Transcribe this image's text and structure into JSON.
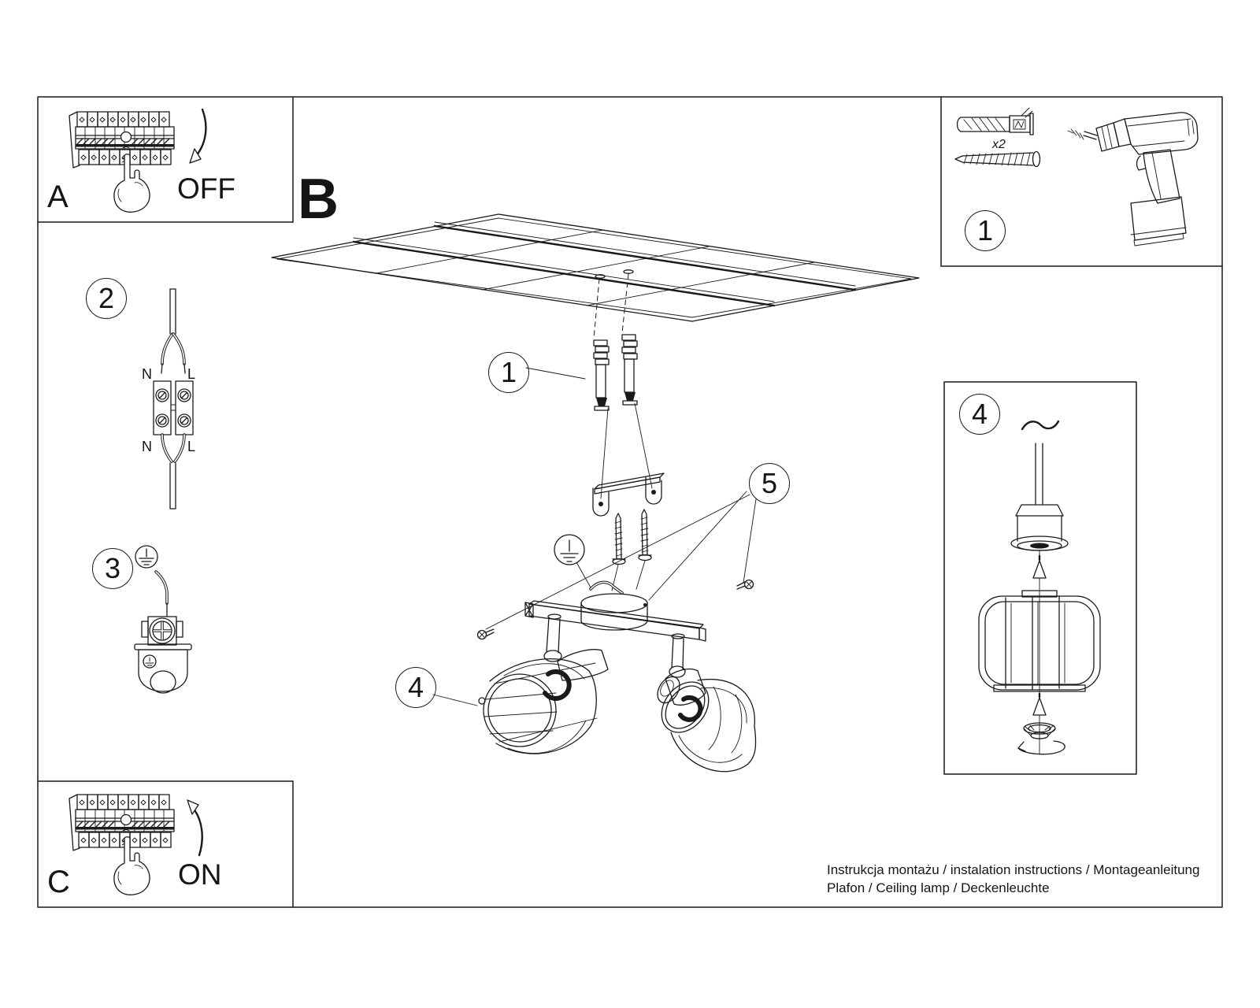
{
  "document": {
    "footer_line1": "Instrukcja montażu / instalation instructions / Montageanleitung",
    "footer_line2": "Plafon / Ceiling lamp / Deckenleuchte"
  },
  "sections": {
    "breaker_off": {
      "label": "A",
      "state": "OFF"
    },
    "breaker_on": {
      "label": "C",
      "state": "ON"
    },
    "main_view": {
      "label": "B"
    },
    "hardware_box": {
      "number": "1",
      "anchor_quantity": "x2"
    },
    "shade_box": {
      "number": "4"
    }
  },
  "steps": {
    "wire_connection": {
      "number": "2",
      "labels": {
        "n_top": "N",
        "l_top": "L",
        "n_bottom": "N",
        "l_bottom": "L"
      }
    },
    "ground_connection": {
      "number": "3"
    }
  },
  "callouts": {
    "anchors": "1",
    "shade": "4",
    "screws": "5"
  },
  "icons": {
    "ground": "earth-ground-symbol",
    "drill": "power-drill",
    "hand": "pressing-hand",
    "arrow_off": "curved-arrow-down",
    "arrow_on": "curved-arrow-up"
  },
  "colors": {
    "line": "#1a1a1a",
    "background": "#ffffff"
  }
}
